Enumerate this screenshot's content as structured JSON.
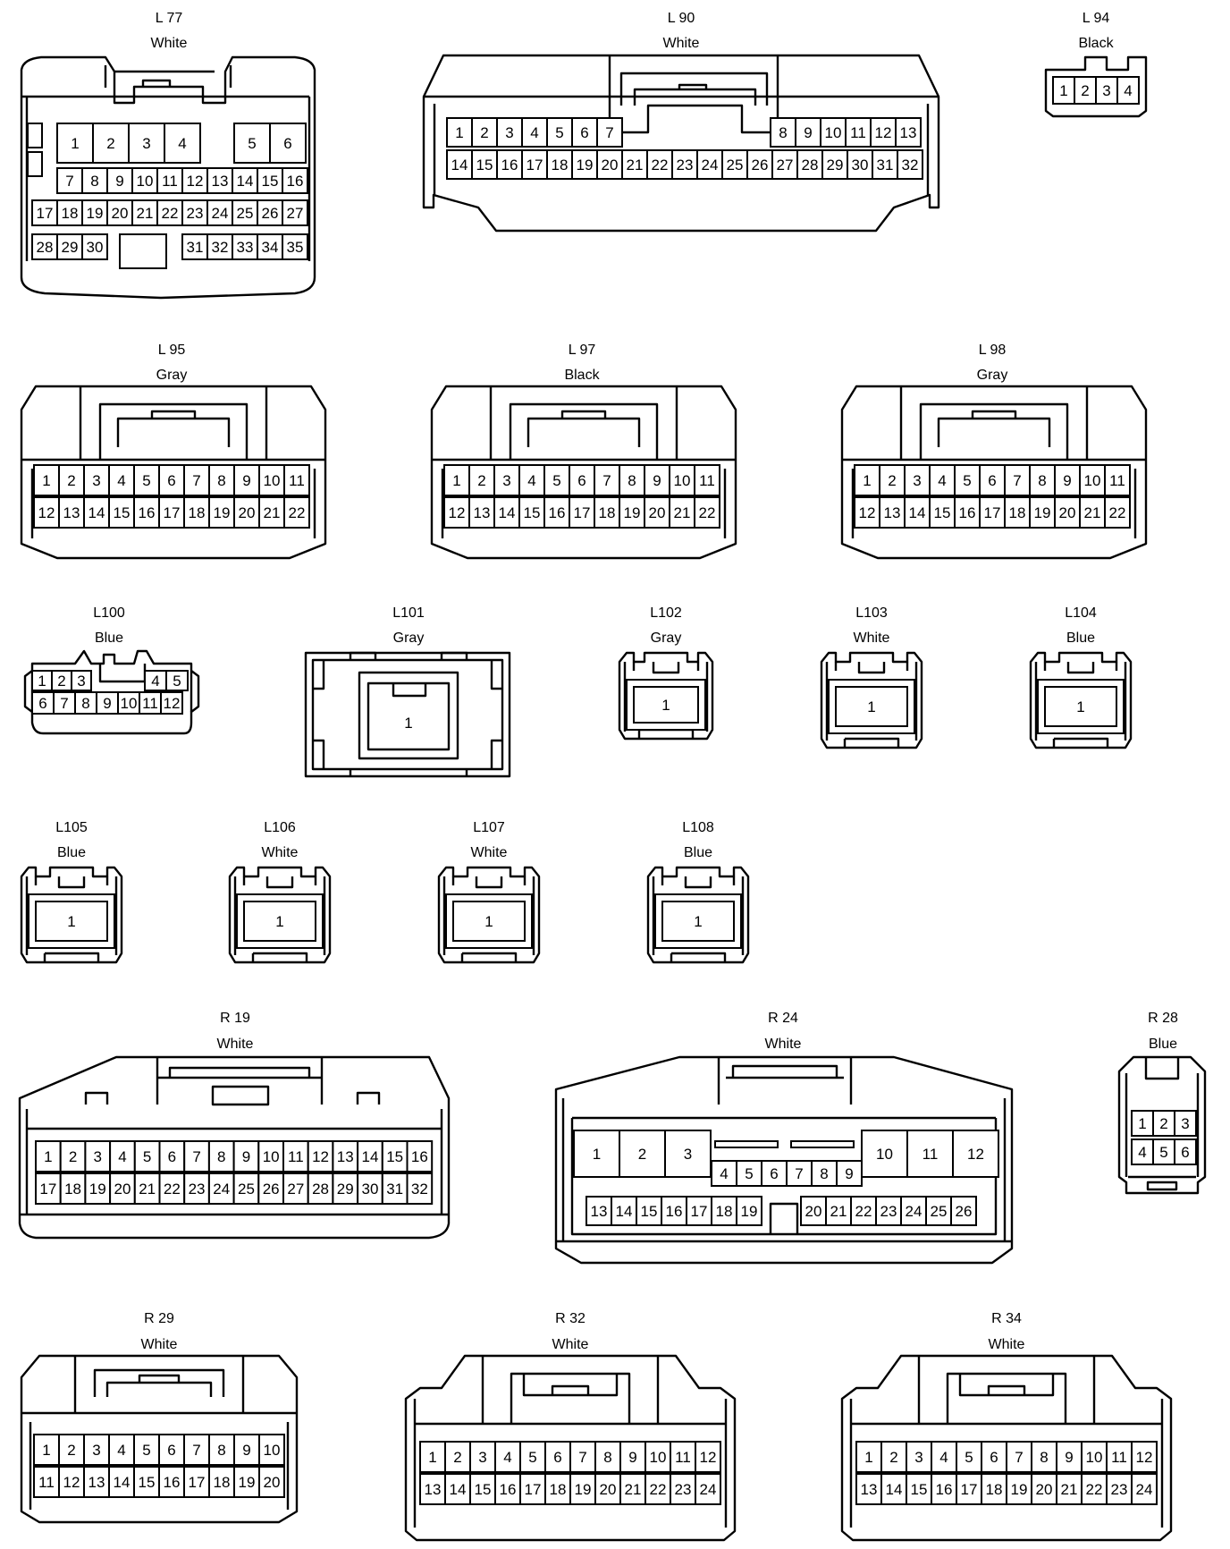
{
  "connectors": [
    {
      "id": "L 77",
      "color": "White",
      "rows": [
        [
          1,
          2,
          3,
          4,
          5,
          6
        ],
        [
          7,
          8,
          9,
          10,
          11,
          12,
          13,
          14,
          15,
          16
        ],
        [
          17,
          18,
          19,
          20,
          21,
          22,
          23,
          24,
          25,
          26,
          27
        ],
        [
          28,
          29,
          30,
          31,
          32,
          33,
          34,
          35
        ]
      ]
    },
    {
      "id": "L 90",
      "color": "White",
      "rows": [
        [
          1,
          2,
          3,
          4,
          5,
          6,
          7,
          8,
          9,
          10,
          11,
          12,
          13
        ],
        [
          14,
          15,
          16,
          17,
          18,
          19,
          20,
          21,
          22,
          23,
          24,
          25,
          26,
          27,
          28,
          29,
          30,
          31,
          32
        ]
      ]
    },
    {
      "id": "L 94",
      "color": "Black",
      "rows": [
        [
          1,
          2,
          3,
          4
        ]
      ]
    },
    {
      "id": "L 95",
      "color": "Gray",
      "rows": [
        [
          1,
          2,
          3,
          4,
          5,
          6,
          7,
          8,
          9,
          10,
          11
        ],
        [
          12,
          13,
          14,
          15,
          16,
          17,
          18,
          19,
          20,
          21,
          22
        ]
      ]
    },
    {
      "id": "L 97",
      "color": "Black",
      "rows": [
        [
          1,
          2,
          3,
          4,
          5,
          6,
          7,
          8,
          9,
          10,
          11
        ],
        [
          12,
          13,
          14,
          15,
          16,
          17,
          18,
          19,
          20,
          21,
          22
        ]
      ]
    },
    {
      "id": "L 98",
      "color": "Gray",
      "rows": [
        [
          1,
          2,
          3,
          4,
          5,
          6,
          7,
          8,
          9,
          10,
          11
        ],
        [
          12,
          13,
          14,
          15,
          16,
          17,
          18,
          19,
          20,
          21,
          22
        ]
      ]
    },
    {
      "id": "L100",
      "color": "Blue",
      "rows": [
        [
          1,
          2,
          3,
          4,
          5
        ],
        [
          6,
          7,
          8,
          9,
          10,
          11,
          12
        ]
      ]
    },
    {
      "id": "L101",
      "color": "Gray",
      "rows": [
        [
          1
        ]
      ]
    },
    {
      "id": "L102",
      "color": "Gray",
      "rows": [
        [
          1
        ]
      ]
    },
    {
      "id": "L103",
      "color": "White",
      "rows": [
        [
          1
        ]
      ]
    },
    {
      "id": "L104",
      "color": "Blue",
      "rows": [
        [
          1
        ]
      ]
    },
    {
      "id": "L105",
      "color": "Blue",
      "rows": [
        [
          1
        ]
      ]
    },
    {
      "id": "L106",
      "color": "White",
      "rows": [
        [
          1
        ]
      ]
    },
    {
      "id": "L107",
      "color": "White",
      "rows": [
        [
          1
        ]
      ]
    },
    {
      "id": "L108",
      "color": "Blue",
      "rows": [
        [
          1
        ]
      ]
    },
    {
      "id": "R 19",
      "color": "White",
      "rows": [
        [
          1,
          2,
          3,
          4,
          5,
          6,
          7,
          8,
          9,
          10,
          11,
          12,
          13,
          14,
          15,
          16
        ],
        [
          17,
          18,
          19,
          20,
          21,
          22,
          23,
          24,
          25,
          26,
          27,
          28,
          29,
          30,
          31,
          32
        ]
      ]
    },
    {
      "id": "R 24",
      "color": "White",
      "rows": [
        [
          1,
          2,
          3,
          10,
          11,
          12
        ],
        [
          4,
          5,
          6,
          7,
          8,
          9
        ],
        [
          13,
          14,
          15,
          16,
          17,
          18,
          19,
          20,
          21,
          22,
          23,
          24,
          25,
          26
        ]
      ]
    },
    {
      "id": "R 28",
      "color": "Blue",
      "rows": [
        [
          1,
          2,
          3
        ],
        [
          4,
          5,
          6
        ]
      ]
    },
    {
      "id": "R 29",
      "color": "White",
      "rows": [
        [
          1,
          2,
          3,
          4,
          5,
          6,
          7,
          8,
          9,
          10
        ],
        [
          11,
          12,
          13,
          14,
          15,
          16,
          17,
          18,
          19,
          20
        ]
      ]
    },
    {
      "id": "R 32",
      "color": "White",
      "rows": [
        [
          1,
          2,
          3,
          4,
          5,
          6,
          7,
          8,
          9,
          10,
          11,
          12
        ],
        [
          13,
          14,
          15,
          16,
          17,
          18,
          19,
          20,
          21,
          22,
          23,
          24
        ]
      ]
    },
    {
      "id": "R 34",
      "color": "White",
      "rows": [
        [
          1,
          2,
          3,
          4,
          5,
          6,
          7,
          8,
          9,
          10,
          11,
          12
        ],
        [
          13,
          14,
          15,
          16,
          17,
          18,
          19,
          20,
          21,
          22,
          23,
          24
        ]
      ]
    }
  ]
}
